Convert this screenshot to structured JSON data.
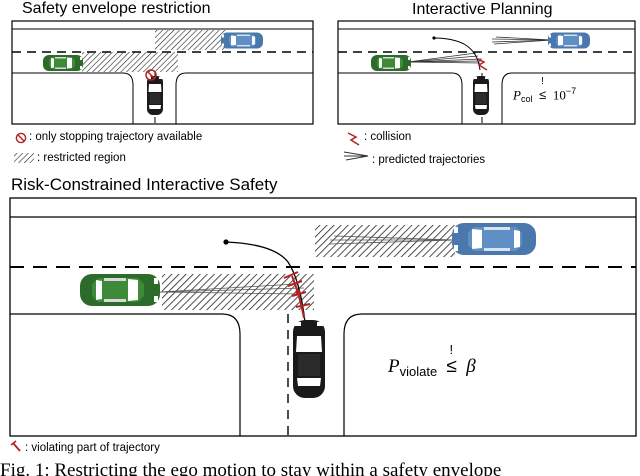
{
  "panels": {
    "safety_envelope": {
      "title": "Safety envelope restriction",
      "legend": [
        {
          "icon": "no-entry-icon",
          "text": ": only stopping trajectory available"
        },
        {
          "icon": "hatch-region-icon",
          "text": ": restricted region"
        }
      ]
    },
    "interactive_planning": {
      "title": "Interactive Planning",
      "formula": {
        "lhs": "P",
        "sub": "col",
        "rel": "≤",
        "over": "!",
        "rhs": "10",
        "exp": "−7"
      },
      "legend": [
        {
          "icon": "collision-icon",
          "text": ": collision"
        },
        {
          "icon": "predicted-trajectories-icon",
          "text": ": predicted trajectories"
        }
      ]
    },
    "risk_constrained": {
      "title": "Risk-Constrained Interactive Safety",
      "formula": {
        "lhs": "P",
        "sub": "violate",
        "rel": "≤",
        "over": "!",
        "rhs": "β"
      },
      "legend": [
        {
          "icon": "violating-trajectory-icon",
          "text": ": violating part of trajectory"
        }
      ]
    }
  },
  "caption": "Fig. 1: Restricting the ego motion to stay within a safety envelope",
  "colors": {
    "green_car": "#2d6b2a",
    "blue_car": "#4a78ad",
    "ego_car": "#1a1a1a",
    "violation": "#b22222"
  }
}
